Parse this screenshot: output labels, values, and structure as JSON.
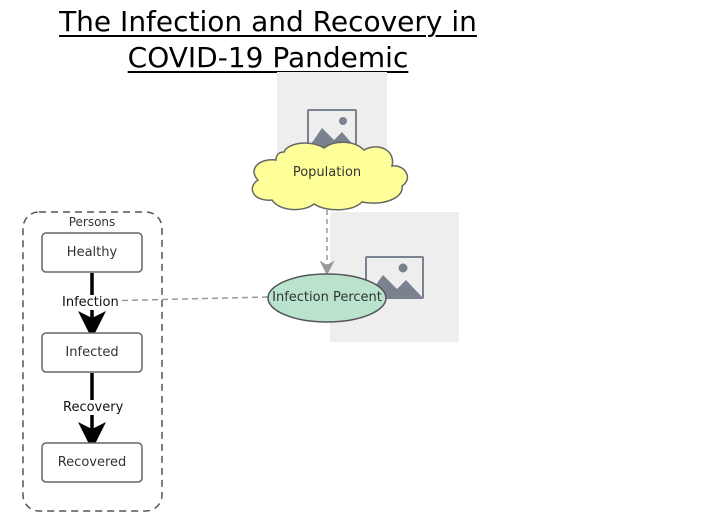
{
  "title": {
    "line1": "The Infection and Recovery in",
    "line2": "COVID-19 Pandemic"
  },
  "nodes": {
    "population": "Population",
    "infection_percent": "Infection Percent",
    "group": "Persons",
    "healthy": "Healthy",
    "infected": "Infected",
    "recovered": "Recovered"
  },
  "edges": {
    "infection": "Infection",
    "recovery": "Recovery"
  },
  "icons": {
    "image_placeholder_1": "image-placeholder-icon",
    "image_placeholder_2": "image-placeholder-icon"
  },
  "colors": {
    "cloud_fill": "#ffff99",
    "cloud_stroke": "#666666",
    "ellipse_fill": "#b9e3cc",
    "ellipse_stroke": "#555555",
    "placeholder_bg": "#eeeeee",
    "placeholder_icon": "#7a8290"
  }
}
